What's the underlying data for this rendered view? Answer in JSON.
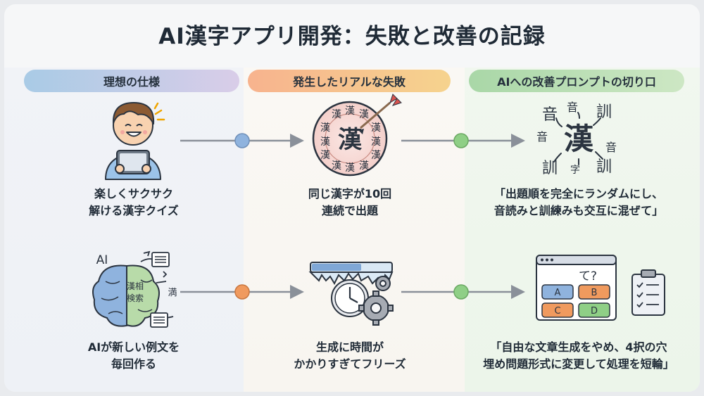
{
  "title": "AI漢字アプリ開発：失敗と改善の記録",
  "columns": [
    {
      "header": "理想の仕様"
    },
    {
      "header": "発生したリアルな失敗"
    },
    {
      "header": "AIへの改善プロンプトの切り口"
    }
  ],
  "rows": [
    {
      "ideal": {
        "line1": "楽しくサクサク",
        "line2": "解ける漢字クイズ"
      },
      "failure": {
        "line1": "同じ漢字が10回",
        "line2": "連続で出題"
      },
      "prompt": {
        "line1": "「出題順を完全にランダムにし、",
        "line2": "音読みと訓練みも交互に混ぜて」"
      }
    },
    {
      "ideal": {
        "line1": "AIが新しい例文を",
        "line2": "毎回作る"
      },
      "failure": {
        "line1": "生成に時間が",
        "line2": "かかりすぎてフリーズ"
      },
      "prompt": {
        "line1": "「自由な文章生成をやめ、4択の穴",
        "line2": "埋め問題形式に変更して処理を短輪」"
      }
    }
  ],
  "icons": {
    "target_center": "漢",
    "target_ring": "漢",
    "reading_center": "漢",
    "reading_on": "音",
    "reading_kun": "訓",
    "reading_ji": "字",
    "brain_label": "AI",
    "brain_left": "漢相",
    "brain_right": "検索",
    "brain_out": "満",
    "quiz_question": "て?",
    "quiz_options": [
      "A",
      "B",
      "C",
      "D"
    ]
  },
  "colors": {
    "connector_blue": "#8fb3de",
    "connector_orange": "#f09a5e",
    "connector_green": "#8fcf86",
    "arrow": "#8a9099"
  }
}
